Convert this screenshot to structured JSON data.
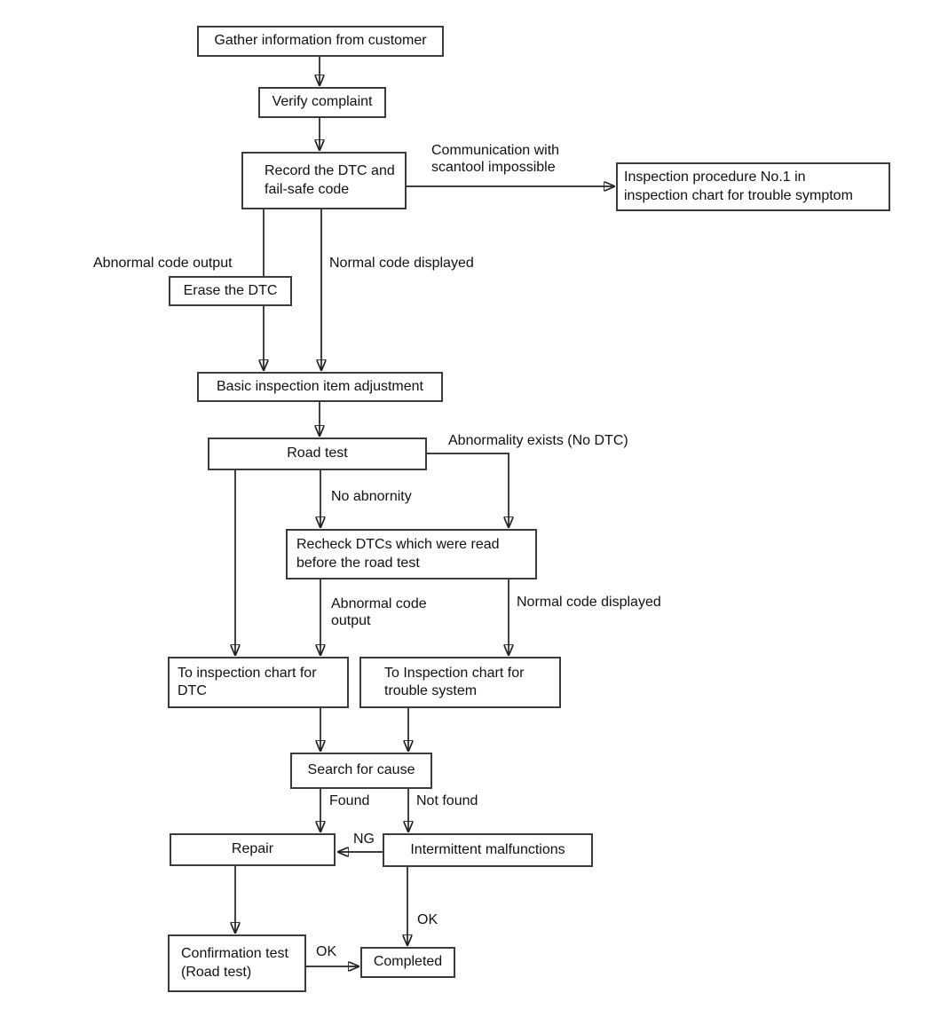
{
  "diagram": {
    "description": "Diagnostic troubleshooting flowchart",
    "nodes": {
      "gather": "Gather information from customer",
      "verify": "Verify complaint",
      "record": "Record the DTC and\nfail-safe code",
      "inspection_no1": "Inspection procedure No.1 in\ninspection chart for trouble symptom",
      "erase": "Erase the DTC",
      "basic": "Basic inspection item adjustment",
      "road_test": "Road test",
      "recheck": "Recheck DTCs which were read\nbefore the road test",
      "chart_dtc": "To inspection chart for\nDTC",
      "chart_trouble": "To Inspection chart for\ntrouble system",
      "search": "Search for cause",
      "repair": "Repair",
      "intermittent": "Intermittent malfunctions",
      "confirmation": "Confirmation test\n(Road test)",
      "completed": "Completed"
    },
    "edge_labels": {
      "communication": "Communication with\nscantool impossible",
      "abnormal_code_output": "Abnormal code output",
      "normal_code_displayed": "Normal code displayed",
      "abnormality_exists": "Abnormality exists (No DTC)",
      "no_abnornity": "No abnornity",
      "abnormal_code_output_2": "Abnormal code\noutput",
      "normal_code_displayed_2": "Normal code displayed",
      "found": "Found",
      "not_found": "Not found",
      "ng": "NG",
      "ok_1": "OK",
      "ok_2": "OK"
    },
    "colors": {
      "line": "#222222",
      "border": "#3c3c3c",
      "text": "#111111",
      "background": "#ffffff"
    }
  }
}
